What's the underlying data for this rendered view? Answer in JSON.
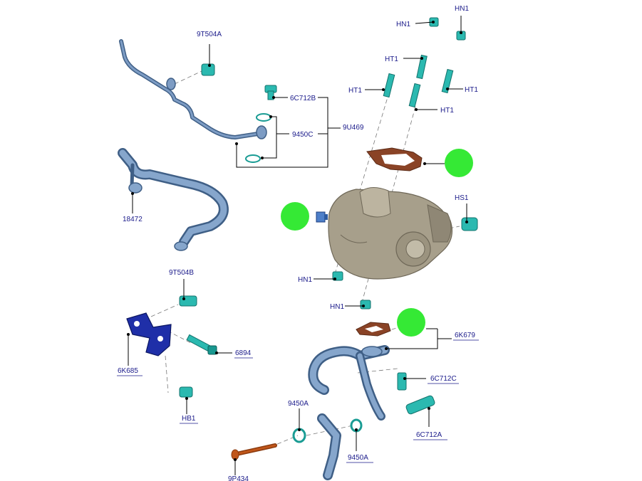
{
  "labels": {
    "hn1_top_left": "HN1",
    "hn1_top_right": "HN1",
    "ht1_a": "HT1",
    "ht1_b": "HT1",
    "ht1_c": "HT1",
    "ht1_d": "HT1",
    "p9t504a_top": "9T504A",
    "p6c712b": "6C712B",
    "p9450c": "9450C",
    "p9u469": "9U469",
    "p18472": "18472",
    "hs1": "HS1",
    "hn1_mid": "HN1",
    "hn1_low": "HN1",
    "p9t504b": "9T504B",
    "p6k685": "6K685",
    "p6894": "6894",
    "p6k679": "6K679",
    "p6c712c": "6C712C",
    "p6c712a": "6C712A",
    "hb1": "HB1",
    "p9450a_left": "9450A",
    "p9450a_right": "9450A",
    "p9p434": "9P434"
  },
  "colors": {
    "label_text": "#1a1a8a",
    "pipe_blue": "#6f8fb8",
    "fastener_teal": "#2bb9b0",
    "bracket_blue": "#1f2fa8",
    "gasket_brown": "#8a4326",
    "bolt_orange": "#c0561a",
    "turbo_housing": "#9d9482",
    "marker_green": "#35e935"
  },
  "icons": [
    "green-circle-marker",
    "connector-icon"
  ]
}
